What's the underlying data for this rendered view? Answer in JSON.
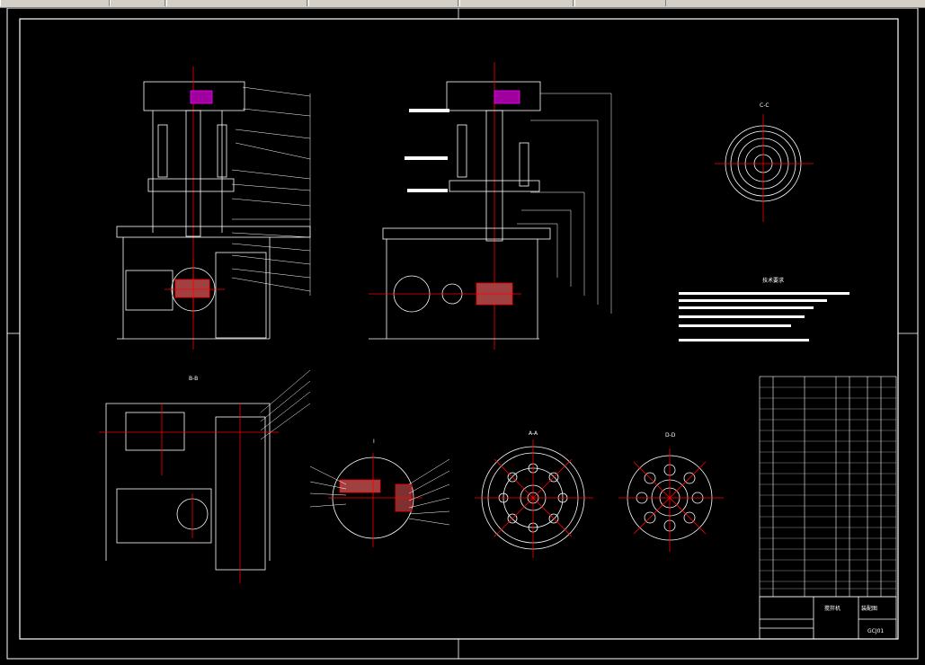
{
  "drawing": {
    "background": "#000000",
    "line_color": "#ffffff",
    "center_line_color": "#ff0000",
    "accent_color": "#ff00ff",
    "view_labels": {
      "c_c": "C-C",
      "b_b": "B-B",
      "a_a": "A-A",
      "d_d": "D-D",
      "detail": "I"
    },
    "tech_requirements_title": "技术要求",
    "title_block": {
      "part_name": "搅拌机",
      "drawing_no": "装配图",
      "project": "GCJ01"
    }
  }
}
